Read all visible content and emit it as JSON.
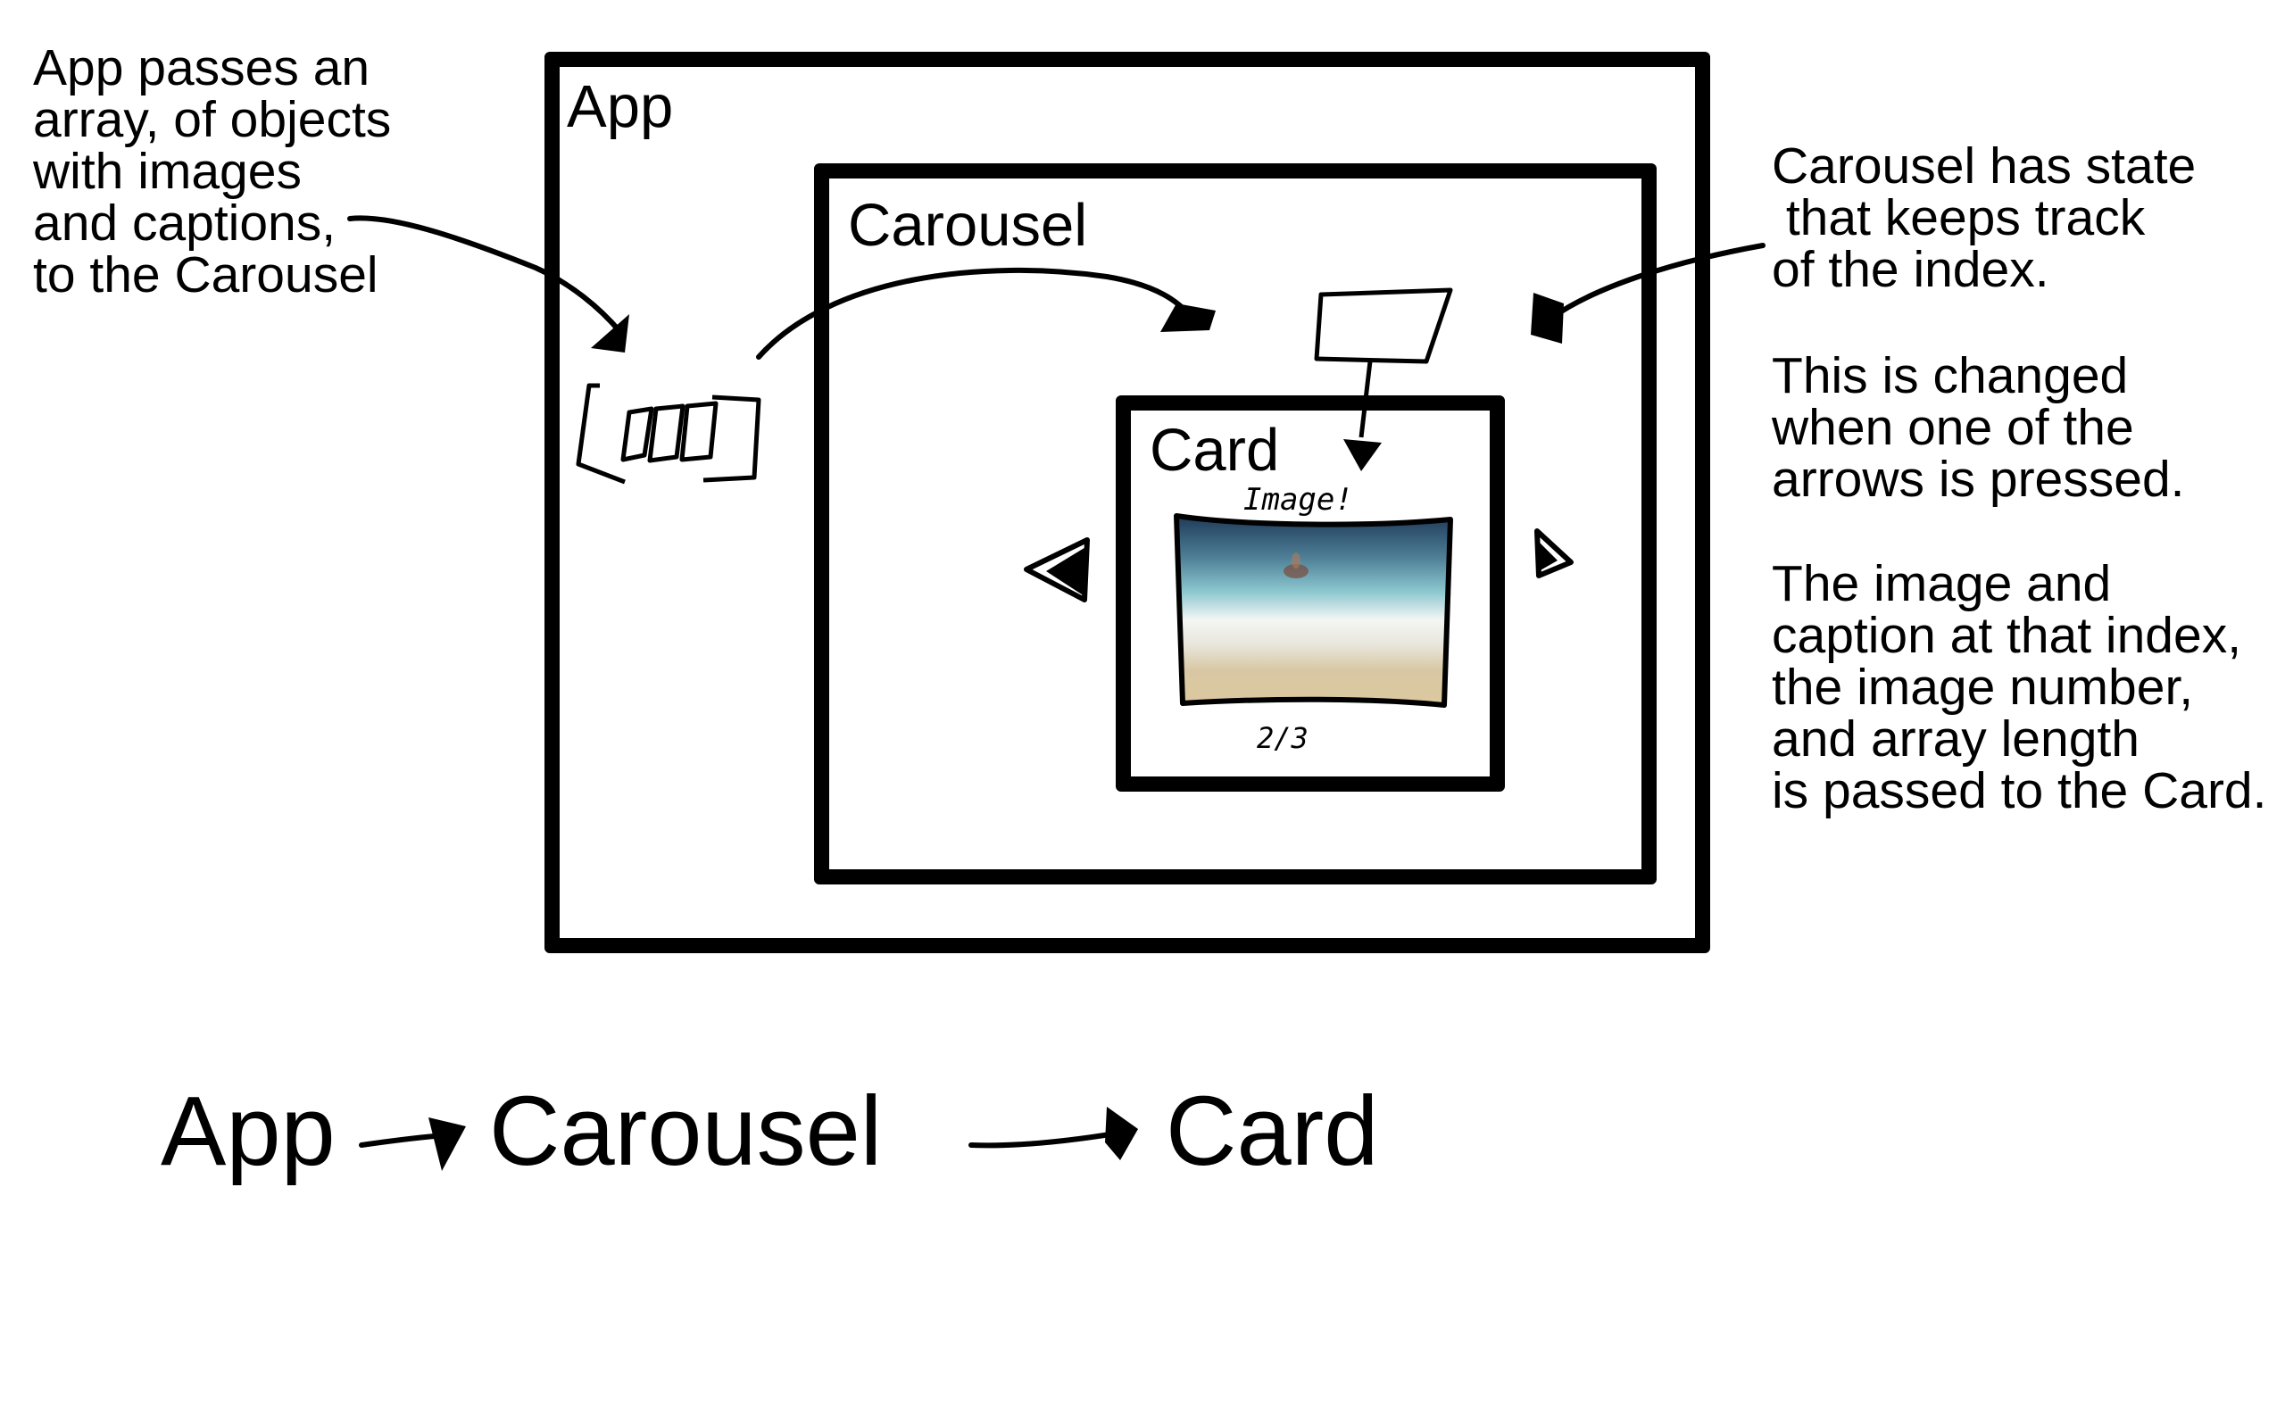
{
  "annotations": {
    "left_note": "App passes an\narray, of objects\nwith images\nand captions,\nto the Carousel",
    "right_note_1": "Carousel has state\n that keeps track\nof the index.",
    "right_note_2": "This is changed\nwhen one of the\narrows is pressed.",
    "right_note_3": "The image and\ncaption at that index,\nthe image number,\nand array length\nis passed to the Card."
  },
  "components": {
    "app_label": "App",
    "carousel_label": "Carousel",
    "card_label": "Card",
    "card_image_caption": "Image!",
    "card_counter": "2/3"
  },
  "hierarchy": {
    "items": [
      "App",
      "Carousel",
      "Card"
    ]
  },
  "icons": [
    "array-sketch-icon",
    "state-sketch-icon",
    "prev-arrow-icon",
    "next-arrow-icon",
    "beach-image"
  ]
}
